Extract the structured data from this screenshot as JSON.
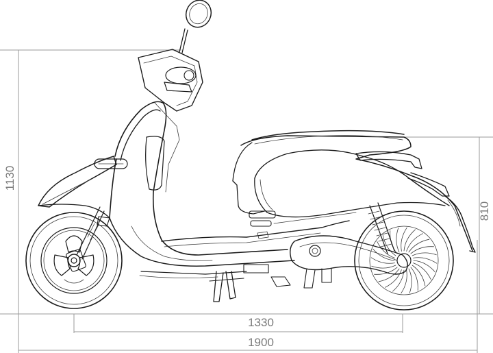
{
  "dimensions": {
    "height_label": "1130",
    "seat_height_label": "810",
    "wheelbase_label": "1330",
    "length_label": "1900"
  },
  "colors": {
    "ink": "#1c1c1c",
    "dimension": "#7a7a7a"
  }
}
